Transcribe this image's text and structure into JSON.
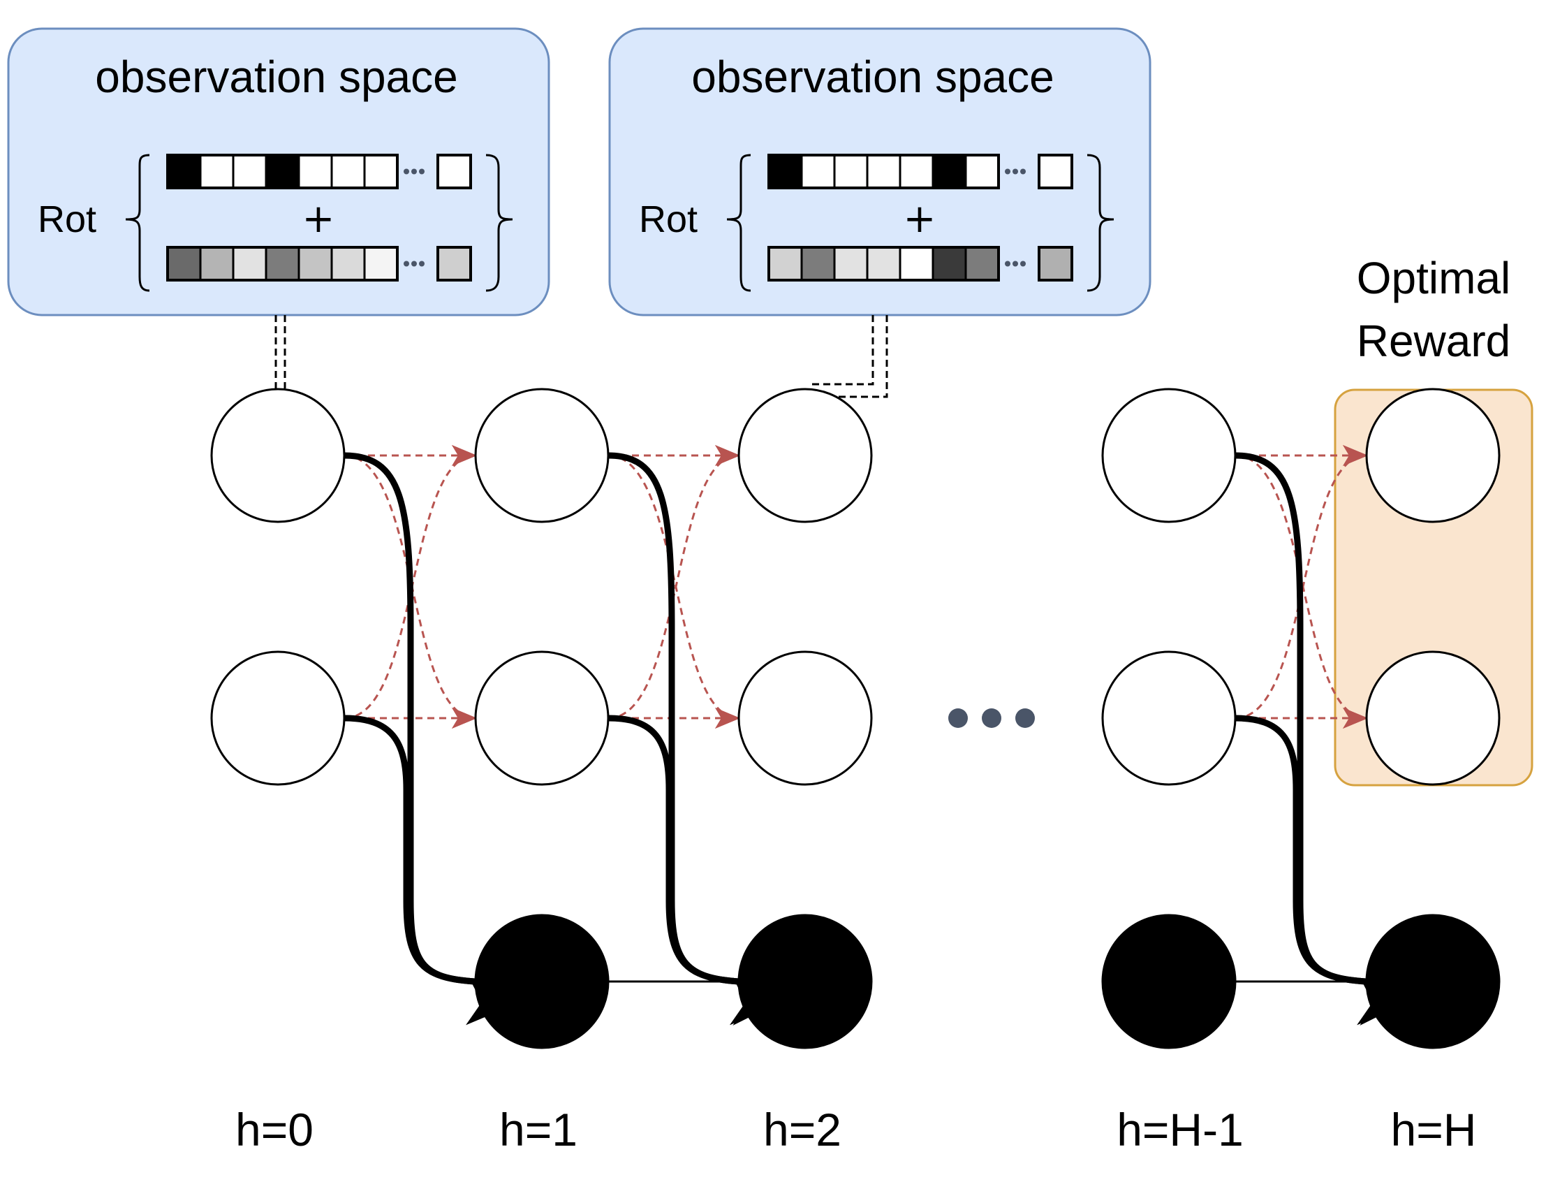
{
  "obs_boxes": [
    {
      "title": "observation space",
      "rot_label": "Rot",
      "plus": "+",
      "top_cells": [
        "#000000",
        "#ffffff",
        "#ffffff",
        "#000000",
        "#ffffff",
        "#ffffff",
        "#ffffff"
      ],
      "top_last": "#ffffff",
      "bottom_cells": [
        "#6a6a6a",
        "#b4b4b4",
        "#e2e2e2",
        "#7c7c7c",
        "#c4c4c4",
        "#dadada",
        "#f4f4f4"
      ],
      "bottom_last": "#cfcfcf"
    },
    {
      "title": "observation space",
      "rot_label": "Rot",
      "plus": "+",
      "top_cells": [
        "#000000",
        "#ffffff",
        "#ffffff",
        "#ffffff",
        "#ffffff",
        "#000000",
        "#ffffff"
      ],
      "top_last": "#ffffff",
      "bottom_cells": [
        "#d2d2d2",
        "#7c7c7c",
        "#e2e2e2",
        "#e2e2e2",
        "#ffffff",
        "#3a3a3a",
        "#7c7c7c"
      ],
      "bottom_last": "#b0b0b0"
    }
  ],
  "optimal_reward": {
    "line1": "Optimal",
    "line2": "Reward"
  },
  "ellipsis": "•••",
  "step_labels": [
    "h=0",
    "h=1",
    "h=2",
    "h=H-1",
    "h=H"
  ],
  "colors": {
    "obs_box_fill": "#dae8fc",
    "obs_box_stroke": "#6c8ebf",
    "reward_box_fill": "#fae5cf",
    "reward_box_stroke": "#d6a23f",
    "dashed_arrow": "#b85450",
    "ellipsis_dots": "#4a5568"
  }
}
